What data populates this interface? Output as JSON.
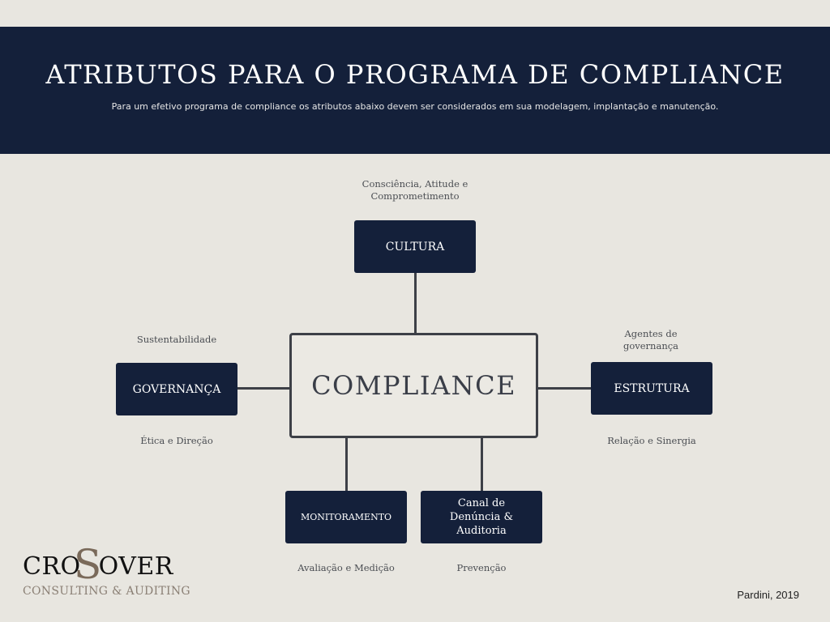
{
  "header": {
    "title": "ATRIBUTOS PARA O PROGRAMA DE COMPLIANCE",
    "subtitle": "Para um efetivo programa de compliance os atributos abaixo devem ser considerados em sua modelagem, implantação e manutenção."
  },
  "diagram": {
    "center": "COMPLIANCE",
    "cultura": {
      "label": "CULTURA",
      "note": "Consciência, Atitude e Comprometimento"
    },
    "governanca": {
      "label": "GOVERNANÇA",
      "note_top": "Sustentabilidade",
      "note_bottom": "Ética e Direção"
    },
    "estrutura": {
      "label": "ESTRUTURA",
      "note_top": "Agentes de governança",
      "note_bottom": "Relação e Sinergia"
    },
    "monitoramento": {
      "label": "MONITORAMENTO",
      "note": "Avaliação e Medição"
    },
    "canal": {
      "label": "Canal de Denúncia & Auditoria",
      "note": "Prevenção"
    }
  },
  "logo": {
    "name_left": "CRO",
    "name_s": "S",
    "name_right": "OVER",
    "tagline": "CONSULTING & AUDITING"
  },
  "credit": "Pardini, 2019",
  "colors": {
    "navy": "#14203a",
    "background": "#e8e6e0",
    "logo_accent": "#7a6a5a"
  }
}
